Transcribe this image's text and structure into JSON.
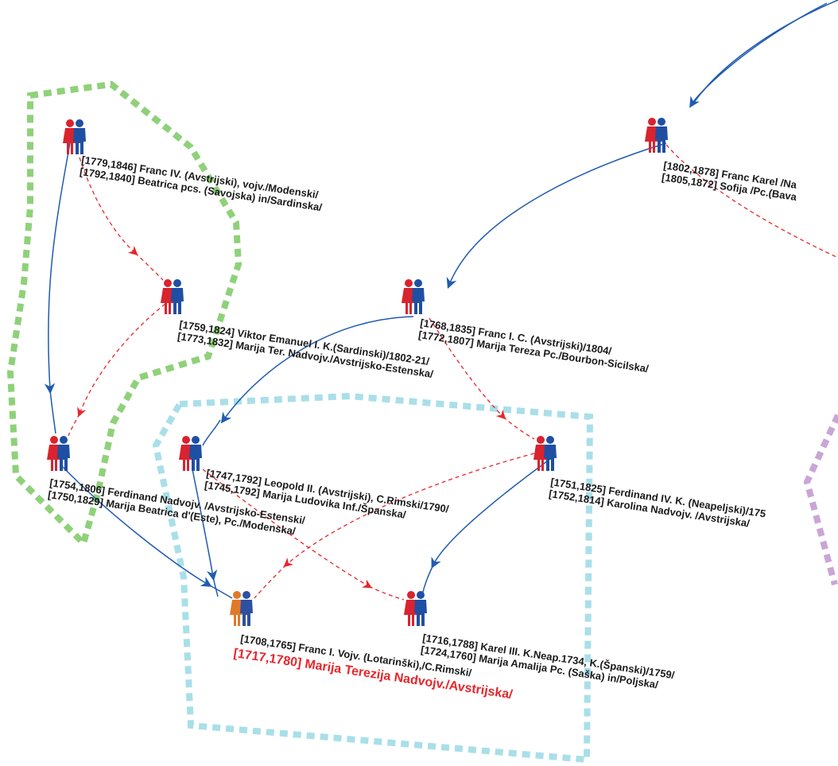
{
  "colors": {
    "female": "#d9232e",
    "male": "#1f4fa3",
    "female_root": "#e07a2a",
    "male_root": "#2f4f9f",
    "parent_edge": "#1f5bb0",
    "spouse_edge": "#e8262b",
    "group_green": "#8fd17a",
    "group_cyan": "#a9dfe9",
    "group_purple": "#c9a6d6",
    "highlight_text": "#e8262b"
  },
  "couples": [
    {
      "id": "c-franc-karel",
      "husband": "[1802,1878] Franc Karel /Na",
      "wife": "[1805,1872] Sofija  /Pc.(Bava"
    },
    {
      "id": "c-franc-iv",
      "husband": "[1779,1846] Franc IV. (Avstrijski), vojv./Modenski/",
      "wife": "[1792,1840] Beatrica pcs. (Savojska) in/Sardinska/"
    },
    {
      "id": "c-viktor-emanuel",
      "husband": "[1759,1824] Viktor Emanuel I. K.(Sardinski)/1802-21/",
      "wife": "[1773,1832] Marija Ter. Nadvojv./Avstrijsko-Estenska/"
    },
    {
      "id": "c-franc-i-c",
      "husband": "[1768,1835] Franc I. C. (Avstrijski)/1804/",
      "wife": "[1772,1807] Marija Tereza Pc./Bourbon-Sicilska/"
    },
    {
      "id": "c-ferdinand-nadvojv",
      "husband": "[1754,1806] Ferdinand Nadvojv. /Avstrijsko-Estenski/",
      "wife": "[1750,1829] Marija Beatrica d'(Este), Pc./Modenska/"
    },
    {
      "id": "c-leopold-ii",
      "husband": "[1747,1792] Leopold II. (Avstrijski), C.Rimski/1790/",
      "wife": "[1745,1792] Marija Ludovika Inf./Španska/"
    },
    {
      "id": "c-ferdinand-iv",
      "husband": "[1751,1825] Ferdinand IV. K. (Neapeljski)/175",
      "wife": "[1752,1814] Karolina Nadvojv. /Avstrijska/"
    },
    {
      "id": "c-franc-i-vojv",
      "husband": "[1708,1765] Franc I. Vojv. (Lotarinški),/C.Rimski/",
      "wife": "[1717,1780] Marija Terezija Nadvojv./Avstrijska/"
    },
    {
      "id": "c-karel-iii",
      "husband": "[1716,1788] Karel III. K.Neap.1734, K.(Španski)/1759/",
      "wife": "[1724,1760] Marija Amalija Pc. (Saška) in/Poljska/"
    }
  ]
}
